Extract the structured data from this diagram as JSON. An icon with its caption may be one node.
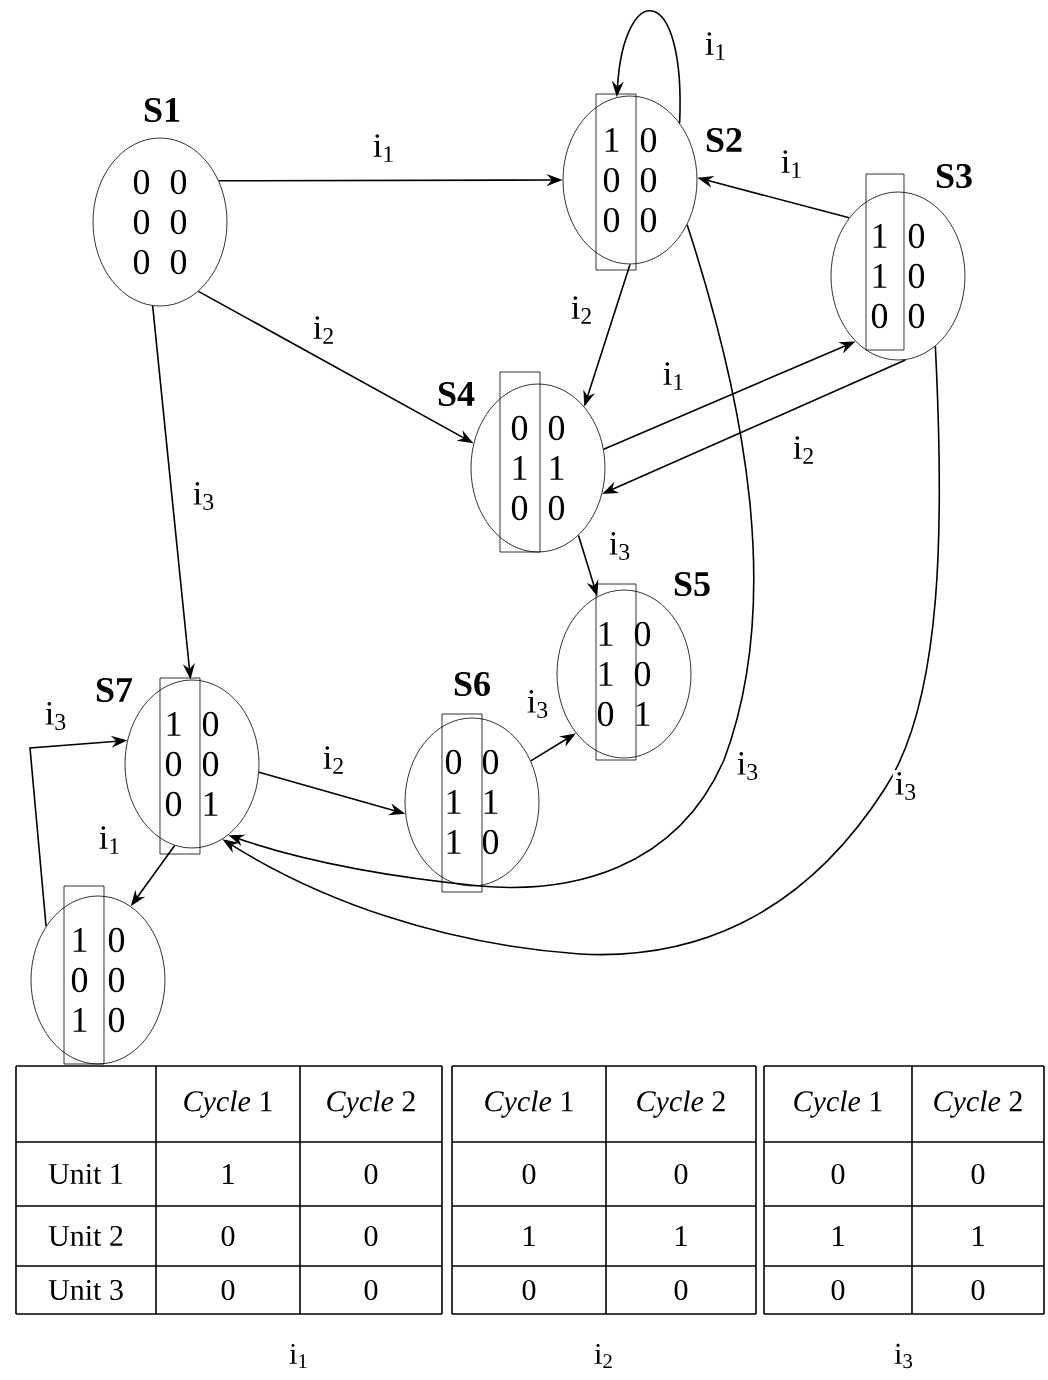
{
  "diagram": {
    "nodes": [
      {
        "text": [
          "S1",
          "0 0",
          "0 0",
          "0 0"
        ]
      },
      {
        "text": [
          "S2",
          "1 0",
          "0 0",
          "0 0"
        ]
      },
      {
        "text": [
          "S3",
          "1 0",
          "1 0",
          "0 0"
        ]
      },
      {
        "text": [
          "S4",
          "0 0",
          "1 1",
          "0 0"
        ]
      },
      {
        "text": [
          "S5",
          "1 0",
          "1 0",
          "0 1"
        ]
      },
      {
        "text": [
          "S6",
          "0 0",
          "1 1",
          "1 0"
        ]
      },
      {
        "text": [
          "S7",
          "1 0",
          "0 0",
          "0 1"
        ]
      },
      {
        "text": [
          "1 0",
          "0 0",
          "1 0"
        ]
      }
    ],
    "edges": [
      {
        "from": 0,
        "to": 1,
        "arrow": "to",
        "label": "i$_{1}$"
      },
      {
        "from": 1,
        "to": 1,
        "arrow": "to",
        "label": "i$_{1}$"
      },
      {
        "from": 2,
        "to": 1,
        "arrow": "to",
        "label": "i$_{1}$"
      },
      {
        "from": 1,
        "to": 3,
        "arrow": "to",
        "label": "i$_{2}$"
      },
      {
        "from": 0,
        "to": 3,
        "arrow": "to",
        "label": "i$_{2}$"
      },
      {
        "from": 3,
        "to": 2,
        "arrow": "to",
        "label": "i$_{1}$"
      },
      {
        "from": 2,
        "to": 3,
        "arrow": "to",
        "label": "i$_{2}$"
      },
      {
        "from": 3,
        "to": 4,
        "arrow": "to",
        "label": "i$_{3}$"
      },
      {
        "from": 0,
        "to": 6,
        "arrow": "to",
        "label": "i$_{3}$"
      },
      {
        "from": 6,
        "to": 5,
        "arrow": "to",
        "label": "i$_{2}$"
      },
      {
        "from": 5,
        "to": 4,
        "arrow": "to",
        "label": "i$_{3}$"
      },
      {
        "from": 1,
        "to": 6,
        "arrow": "to",
        "label": "i$_{3}$"
      },
      {
        "from": 2,
        "to": 6,
        "arrow": "to",
        "label": "i$_{3}$"
      },
      {
        "from": 6,
        "to": 7,
        "arrow": "to",
        "label": "i$_{1}$"
      },
      {
        "from": 7,
        "to": 6,
        "arrow": "to",
        "label": "i$_{3}$"
      }
    ],
    "labels": [
      "*Cycle* 1",
      "*Cycle* 2",
      "Unit 1",
      "1",
      "0",
      "Unit 2",
      "0",
      "0",
      "Unit 3",
      "0",
      "0",
      "*Cycle* 1",
      "*Cycle* 2",
      "0",
      "0",
      "1",
      "1",
      "0",
      "0",
      "*Cycle* 1",
      "*Cycle* 2",
      "0",
      "0",
      "1",
      "1",
      "0",
      "0",
      "i$_{1}$",
      "i$_{2}$",
      "i$_{3}$"
    ]
  }
}
